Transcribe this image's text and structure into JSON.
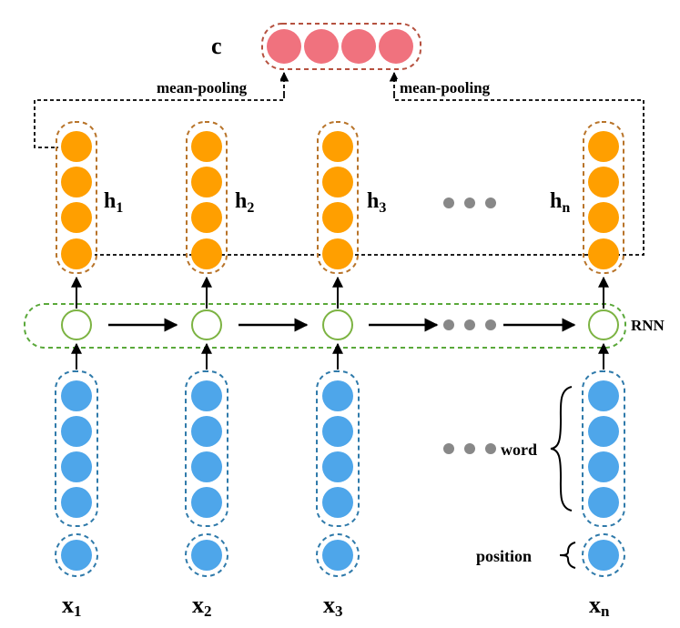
{
  "context_label": "c",
  "pooling_left_label": "mean-pooling",
  "pooling_right_label": "mean-pooling",
  "rnn_label": "RNN",
  "word_label": "word",
  "position_label": "position",
  "columns": [
    {
      "hidden_base": "h",
      "hidden_sub": "1",
      "input_base": "x",
      "input_sub": "1"
    },
    {
      "hidden_base": "h",
      "hidden_sub": "2",
      "input_base": "x",
      "input_sub": "2"
    },
    {
      "hidden_base": "h",
      "hidden_sub": "3",
      "input_base": "x",
      "input_sub": "3"
    },
    {
      "hidden_base": "h",
      "hidden_sub": "n",
      "input_base": "x",
      "input_sub": "n"
    }
  ],
  "colors": {
    "context_node": "#f0727e",
    "context_border": "#b5513f",
    "hidden_node": "#ff9f00",
    "hidden_border": "#b8742a",
    "rnn_node": "#7cb342",
    "rnn_border": "#5aa83a",
    "input_node": "#4ea6ea",
    "input_border": "#2f7aaa",
    "ellipsis_dot": "#888888"
  }
}
